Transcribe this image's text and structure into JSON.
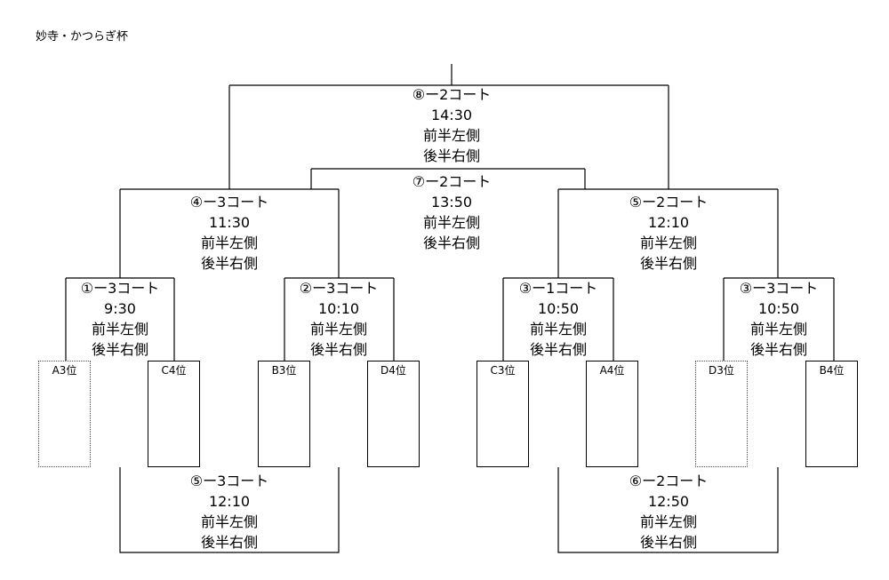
{
  "title": "妙寺・かつらぎ杯",
  "teams": [
    "A3位",
    "C4位",
    "B3位",
    "D4位",
    "C3位",
    "A4位",
    "D3位",
    "B4位"
  ],
  "matches": {
    "final": {
      "court": "⑧ー2コート",
      "time": "14:30",
      "first_half": "前半左側",
      "second_half": "後半右側"
    },
    "third": {
      "court": "⑦ー2コート",
      "time": "13:50",
      "first_half": "前半左側",
      "second_half": "後半右側"
    },
    "semi_left": {
      "court": "④ー3コート",
      "time": "11:30",
      "first_half": "前半左側",
      "second_half": "後半右側"
    },
    "semi_right": {
      "court": "⑤ー2コート",
      "time": "12:10",
      "first_half": "前半左側",
      "second_half": "後半右側"
    },
    "r1_1": {
      "court": "①ー3コート",
      "time": "9:30",
      "first_half": "前半左側",
      "second_half": "後半右側"
    },
    "r1_2": {
      "court": "②ー3コート",
      "time": "10:10",
      "first_half": "前半左側",
      "second_half": "後半右側"
    },
    "r1_3": {
      "court": "③ー1コート",
      "time": "10:50",
      "first_half": "前半左側",
      "second_half": "後半右側"
    },
    "r1_4": {
      "court": "③ー3コート",
      "time": "10:50",
      "first_half": "前半左側",
      "second_half": "後半右側"
    },
    "cons_left": {
      "court": "⑤ー3コート",
      "time": "12:10",
      "first_half": "前半左側",
      "second_half": "後半右側"
    },
    "cons_right": {
      "court": "⑥ー2コート",
      "time": "12:50",
      "first_half": "前半左側",
      "second_half": "後半右側"
    }
  }
}
